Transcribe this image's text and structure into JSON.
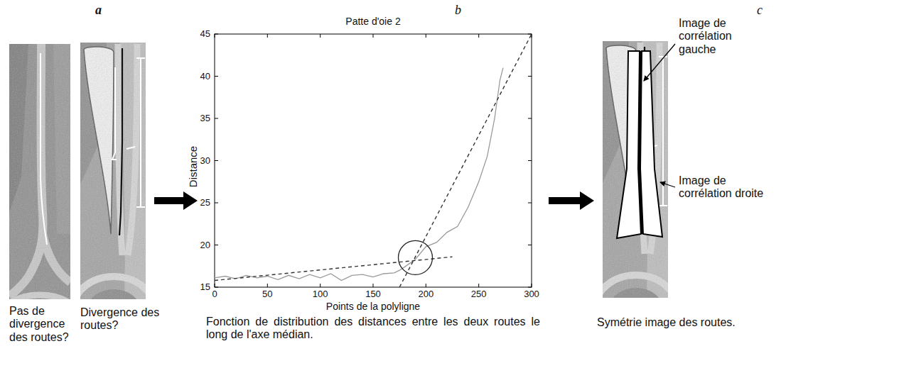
{
  "diagram": {
    "nodes": [
      {
        "text": [
          "Pas de divergence des routes?"
        ]
      },
      {
        "text": [
          "Divergence des routes?"
        ]
      },
      {
        "text": [
          "Patte d'oie 2",
          "Fonction de distribution des distances entre les deux routes le long de l'axe médian."
        ]
      },
      {
        "text": [
          "Symétrie image des routes."
        ]
      }
    ],
    "edges": [
      {
        "from": 1,
        "to": 2,
        "arrow": "to"
      },
      {
        "from": 2,
        "to": 3,
        "arrow": "to"
      }
    ],
    "labels": [
      "a",
      "b",
      "c",
      "Image de corrélation gauche",
      "Image de corrélation droite",
      "15",
      "20",
      "25",
      "30",
      "35",
      "40",
      "45",
      "0",
      "50",
      "100",
      "150",
      "200",
      "250",
      "300",
      "Distance",
      "Points de la polyligne"
    ]
  }
}
